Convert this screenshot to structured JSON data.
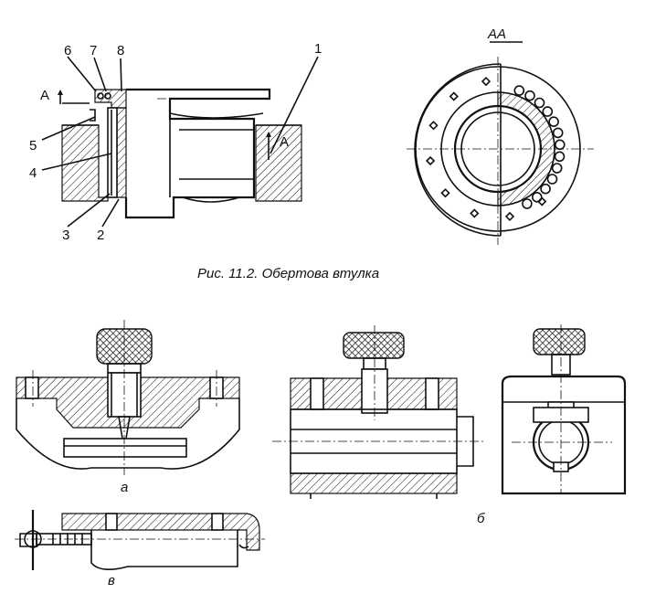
{
  "figure_11_2": {
    "caption": "Рис. 11.2. Обертова втулка",
    "section_label": "АА",
    "section_mark_left": "А",
    "section_mark_right": "А",
    "callouts": [
      "1",
      "2",
      "3",
      "4",
      "5",
      "6",
      "7",
      "8"
    ]
  },
  "lower_figure": {
    "label_a": "а",
    "label_b": "б",
    "label_v": "в"
  }
}
